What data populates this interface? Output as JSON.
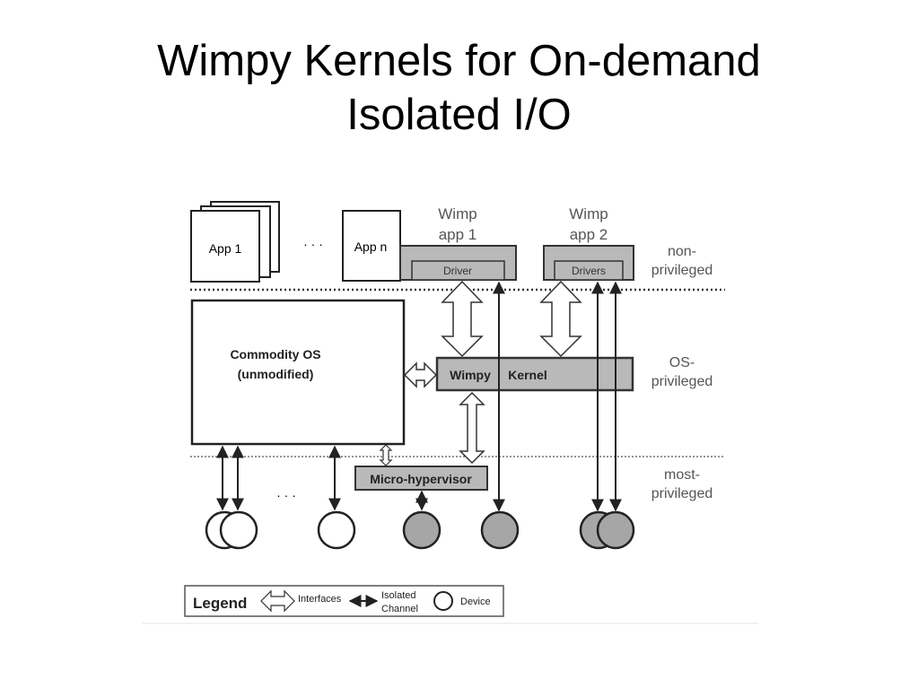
{
  "slide": {
    "title_line1": "Wimpy Kernels for On-demand",
    "title_line2": "Isolated I/O"
  },
  "diagram": {
    "apps": {
      "app1": "App 1",
      "appn": "App n",
      "ellipsis": "· · ·"
    },
    "wimp_app1": {
      "line1": "Wimp",
      "line2": "app 1",
      "driver": "Driver"
    },
    "wimp_app2": {
      "line1": "Wimp",
      "line2": "app 2",
      "driver": "Drivers"
    },
    "commodity_os": {
      "line1": "Commodity OS",
      "line2": "(unmodified)"
    },
    "wimpy_kernel": {
      "word1": "Wimpy",
      "word2": "Kernel"
    },
    "micro_hypervisor": "Micro-hypervisor",
    "device_ellipsis": "· · ·",
    "levels": {
      "non_privileged": {
        "line1": "non-",
        "line2": "privileged"
      },
      "os_privileged": {
        "line1": "OS-",
        "line2": "privileged"
      },
      "most_privileged": {
        "line1": "most-",
        "line2": "privileged"
      }
    },
    "legend": {
      "title": "Legend",
      "interfaces": "Interfaces",
      "isolated_line1": "Isolated",
      "isolated_line2": "Channel",
      "device": "Device"
    },
    "colors": {
      "gray_fill": "#b9b9b9",
      "dark_gray_fill": "#a6a6a6",
      "stroke": "#333333"
    }
  }
}
